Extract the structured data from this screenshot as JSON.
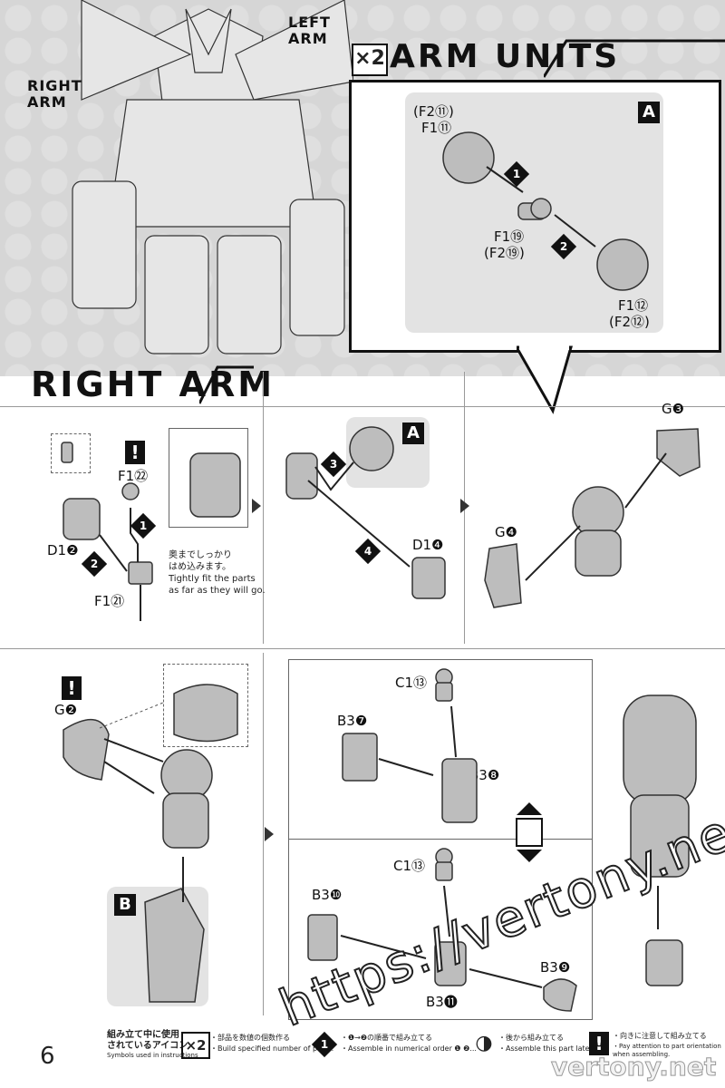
{
  "header": {
    "left_arm_label": "LEFT\nARM",
    "right_arm_label": "RIGHT\nARM",
    "x2": "×2",
    "arm_units_title": "ARM UNITS"
  },
  "arm_units": {
    "sub_label": "A",
    "parts": [
      {
        "id": "f2_11_alt",
        "text": "(F2⑪)"
      },
      {
        "id": "f1_11",
        "text": "F1⑪"
      },
      {
        "id": "f1_19",
        "text": "F1⑲"
      },
      {
        "id": "f2_19_alt",
        "text": "(F2⑲)"
      },
      {
        "id": "f1_12",
        "text": "F1⑫"
      },
      {
        "id": "f2_12_alt",
        "text": "(F2⑫)"
      }
    ],
    "steps": [
      "1",
      "2"
    ]
  },
  "right_arm": {
    "title": "RIGHT ARM",
    "panel1": {
      "parts": [
        "F1㉒",
        "D1❷",
        "F1㉑"
      ],
      "note_jp": "奥までしっかり\nはめ込みます。",
      "note_en": "Tightly fit the parts\nas far as they will go.",
      "steps": [
        "1",
        "2"
      ]
    },
    "panel2": {
      "sub_label": "A",
      "parts": [
        "D1❹"
      ],
      "steps": [
        "3",
        "4"
      ]
    },
    "panel3": {
      "parts": [
        "G❸",
        "G❹"
      ]
    },
    "panel4": {
      "parts": [
        "G❷"
      ],
      "sub_label": "B"
    },
    "panel5": {
      "parts_top": [
        "C1⑬",
        "B3❼",
        "B3❽"
      ],
      "parts_bottom": [
        "C1⑬",
        "B3❿",
        "B3⓫",
        "B3❾"
      ]
    }
  },
  "footer": {
    "page_number": "6",
    "legend_title_jp": "組み立て中に使用\nされているアイコン",
    "legend_title_en": "Symbols used in instructions",
    "items": [
      {
        "icon": "×2",
        "jp": "・部品を数値の個数作る",
        "en": "・Build specified number of parts."
      },
      {
        "icon": "1",
        "jp": "・❶→❷の順番で組み立てる",
        "en": "・Assemble in numerical order ❶ ❷..."
      },
      {
        "icon": "◑",
        "jp": "・後から組み立てる",
        "en": "・Assemble this part later."
      },
      {
        "icon": "!",
        "jp": "・向きに注意して組み立てる",
        "en": "・Pay attention to part orientation\nwhen assembling."
      }
    ]
  },
  "watermark": {
    "url": "https://vertony.net/",
    "site": "vertony.net"
  }
}
